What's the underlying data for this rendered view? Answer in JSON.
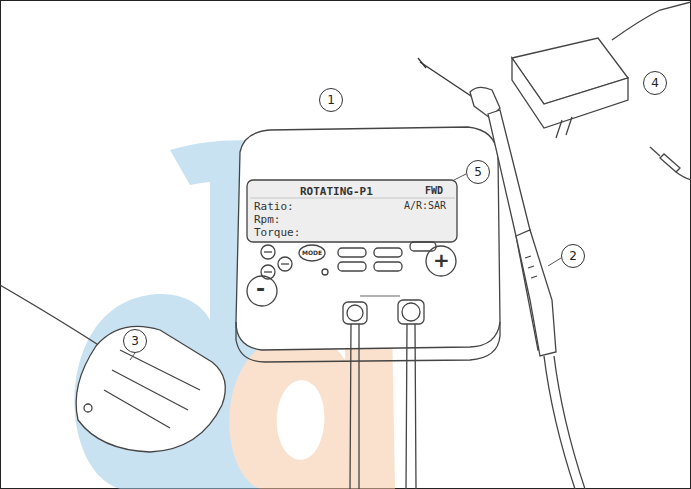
{
  "diagram": {
    "nodes": [
      {
        "text": [
          "1"
        ]
      },
      {
        "text": [
          "4"
        ]
      },
      {
        "text": [
          "5"
        ]
      },
      {
        "text": [
          "2"
        ]
      },
      {
        "text": [
          "3"
        ]
      }
    ],
    "labels": [
      "ROTATING-P1",
      "FWD",
      "Ratio:",
      "A/R:SAR",
      "Rpm:",
      "Torque:",
      "MODE",
      "+",
      "-"
    ]
  }
}
